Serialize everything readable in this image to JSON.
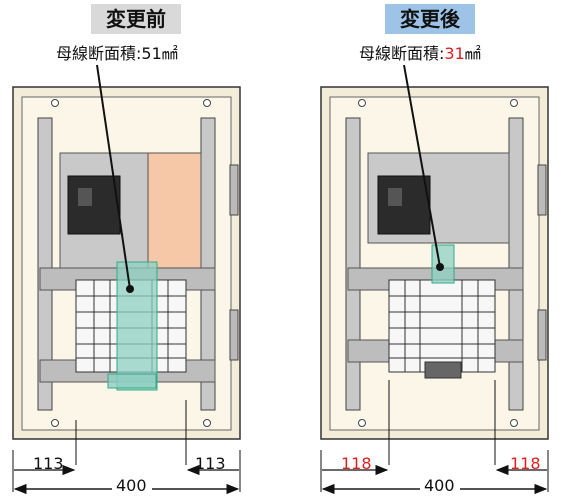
{
  "before": {
    "badge": "変更前",
    "badge_color": "#d9d9d9",
    "caption_prefix": "母線断面積:",
    "caption_value": "51",
    "caption_unit": "㎟",
    "dim_left": "113",
    "dim_right": "113",
    "dim_width": "400",
    "dim_color": "#111111"
  },
  "after": {
    "badge": "変更後",
    "badge_color": "#9dc3e6",
    "caption_prefix": "母線断面積:",
    "caption_value": "31",
    "caption_unit": "㎟",
    "dim_left": "118",
    "dim_right": "118",
    "dim_width": "400",
    "dim_color": "#e02020"
  }
}
